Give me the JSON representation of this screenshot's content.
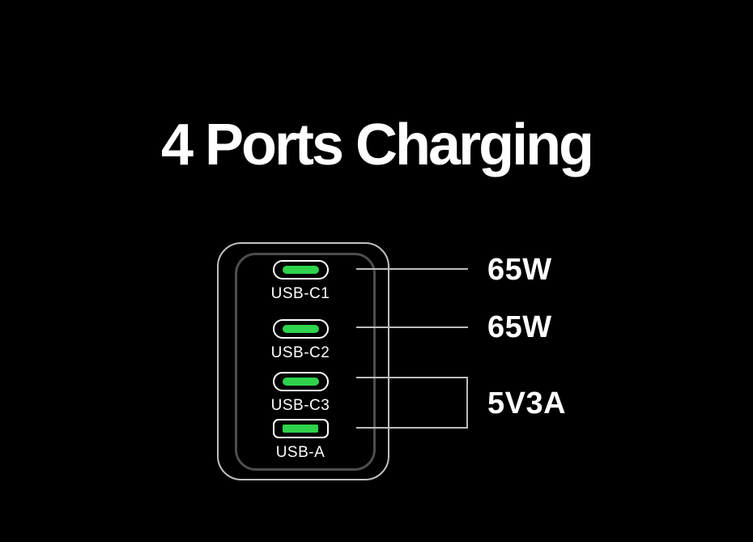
{
  "title": "4 Ports Charging",
  "colors": {
    "background": "#000000",
    "accent_green": "#2fd34c",
    "body_outer_stroke": "#c0c0c0",
    "body_inner_stroke": "#4e4e4e",
    "port_stroke": "#ffffff",
    "callout_line": "#bdbdbd",
    "text": "#ffffff"
  },
  "charger": {
    "ports": [
      {
        "id": "usb-c1",
        "label": "USB-C1",
        "type": "usb-c"
      },
      {
        "id": "usb-c2",
        "label": "USB-C2",
        "type": "usb-c"
      },
      {
        "id": "usb-c3",
        "label": "USB-C3",
        "type": "usb-c"
      },
      {
        "id": "usb-a",
        "label": "USB-A",
        "type": "usb-a"
      }
    ]
  },
  "callouts": [
    {
      "targets": [
        "usb-c1"
      ],
      "value": "65W"
    },
    {
      "targets": [
        "usb-c2"
      ],
      "value": "65W"
    },
    {
      "targets": [
        "usb-c3",
        "usb-a"
      ],
      "value": "5V3A"
    }
  ]
}
